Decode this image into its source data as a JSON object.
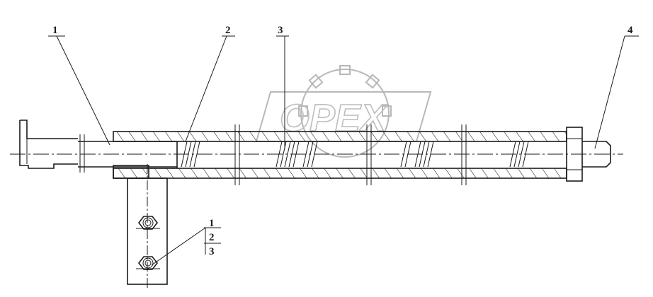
{
  "diagram": {
    "callouts": [
      {
        "id": "c1",
        "label": "1"
      },
      {
        "id": "c2",
        "label": "2"
      },
      {
        "id": "c3",
        "label": "3"
      },
      {
        "id": "c4",
        "label": "4"
      }
    ],
    "stack_callout": [
      "1",
      "2",
      "3"
    ]
  },
  "watermark": {
    "text": "OPEX"
  },
  "colors": {
    "line": "#1a1a1a",
    "watermark": "#b8b8b8",
    "background": "#ffffff"
  }
}
